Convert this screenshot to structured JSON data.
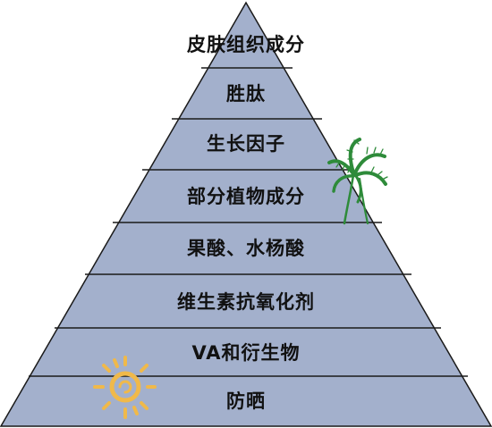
{
  "pyramid": {
    "fill_color": "#a3b0cc",
    "line_color": "#1a1a1a",
    "layers": [
      "皮肤组织成分",
      "胜肽",
      "生长因子",
      "部分植物成分",
      "果酸、水杨酸",
      "维生素抗氧化剂",
      "VA和衍生物",
      "防晒"
    ]
  },
  "decorations": {
    "palm_icon": "palm-tree-icon",
    "sun_icon": "sun-icon",
    "palm_color": "#2e8b3a",
    "sun_color": "#f0b94a"
  }
}
